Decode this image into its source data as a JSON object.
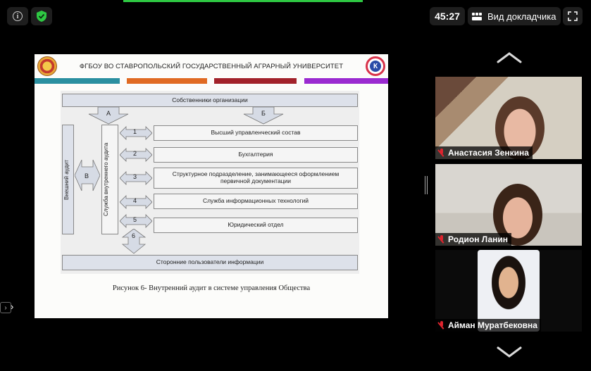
{
  "toolbar": {
    "info_icon": "info-icon",
    "shield_icon": "shield-check-icon",
    "timer": "45:27",
    "view_label": "Вид докладчика",
    "fullscreen_icon": "fullscreen-icon",
    "accent_color": "#2ec843"
  },
  "slide": {
    "title": "ФГБОУ ВО СТАВРОПОЛЬСКИЙ ГОСУДАРСТВЕННЫЙ АГРАРНЫЙ УНИВЕРСИТЕТ",
    "logo_right_letter": "К",
    "band_colors": [
      "#2a8fa0",
      "#e06a22",
      "#a2222a",
      "#9a2ad0"
    ],
    "diagram": {
      "owners": "Собственники организации",
      "arrow_a": "А",
      "arrow_b": "Б",
      "external_audit": "Внешний аудит",
      "arrow_v": "В",
      "internal_audit": "Служба внутреннего аудита",
      "users": "Сторонние пользователи информации",
      "items": [
        {
          "num": "1",
          "label": "Высший управленческий состав"
        },
        {
          "num": "2",
          "label": "Бухгалтерия"
        },
        {
          "num": "3",
          "label": "Структурное подразделение, занимающееся оформлением первичной документации"
        },
        {
          "num": "4",
          "label": "Служба информационных технологий"
        },
        {
          "num": "5",
          "label": "Юридический отдел"
        }
      ],
      "num6": "6"
    },
    "caption": "Рисунок 6- Внутренний аудит в системе управления Общества"
  },
  "participants": [
    {
      "name": "Анастасия Зенкина",
      "mic": "mic-muted-icon"
    },
    {
      "name": "Родион Ланин",
      "mic": "mic-muted-icon"
    },
    {
      "name": "Айман Муратбековна",
      "mic": "mic-muted-icon"
    }
  ]
}
